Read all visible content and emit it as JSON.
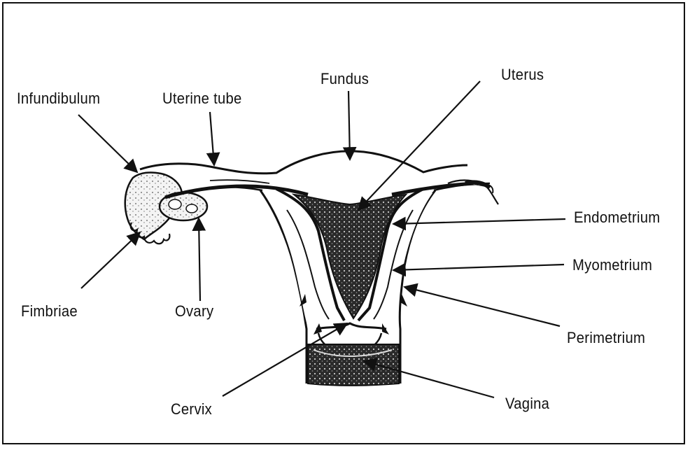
{
  "diagram": {
    "labels": {
      "infundibulum": "Infundibulum",
      "uterine_tube": "Uterine tube",
      "fundus": "Fundus",
      "uterus": "Uterus",
      "endometrium": "Endometrium",
      "myometrium": "Myometrium",
      "perimetrium": "Perimetrium",
      "fimbriae": "Fimbriae",
      "ovary": "Ovary",
      "cervix": "Cervix",
      "vagina": "Vagina"
    }
  }
}
